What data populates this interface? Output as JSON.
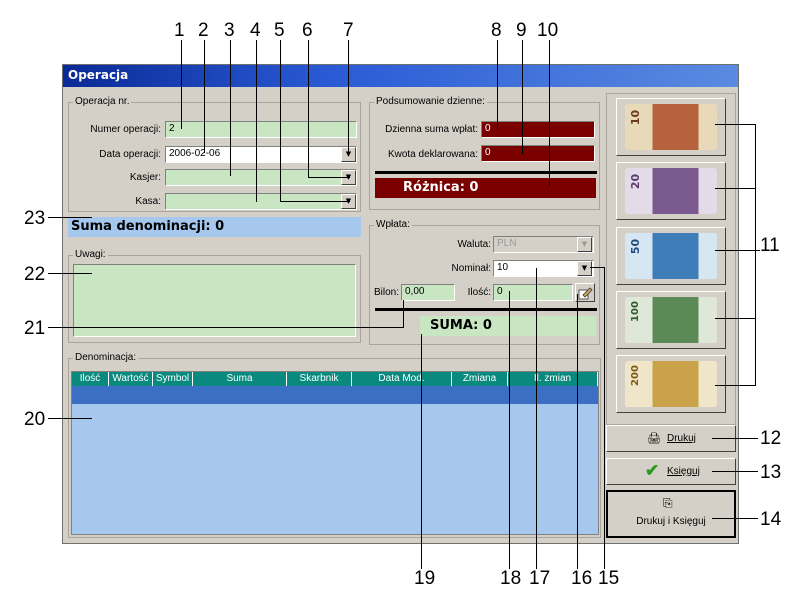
{
  "window": {
    "title": "Operacja"
  },
  "operation_group": {
    "title": "Operacja nr.",
    "number_label": "Numer operacji:",
    "number_value": "2",
    "date_label": "Data operacji:",
    "date_value": "2006-02-06",
    "cashier_label": "Kasjer:",
    "cashier_value": "",
    "till_label": "Kasa:",
    "till_value": ""
  },
  "denomination_sum": {
    "text": "Suma denominacji: 0"
  },
  "notes_group": {
    "title": "Uwagi:",
    "value": ""
  },
  "daily_summary": {
    "title": "Podsumowanie dzienne:",
    "deposit_sum_label": "Dzienna suma wpłat:",
    "deposit_sum_value": "0",
    "declared_label": "Kwota deklarowana:",
    "declared_value": "0",
    "difference_text": "Różnica: 0"
  },
  "deposit": {
    "title": "Wpłata:",
    "currency_label": "Waluta:",
    "currency_value": "PLN",
    "nominal_label": "Nominał:",
    "nominal_value": "10",
    "coins_label": "Bilon:",
    "coins_value": "0,00",
    "qty_label": "Ilość:",
    "qty_value": "0",
    "sum_text": "SUMA: 0"
  },
  "denomination_grid": {
    "title": "Denominacja:",
    "columns": [
      "Ilość",
      "Wartość",
      "Symbol",
      "Suma",
      "Skarbnik",
      "Data Mod.",
      "Zmiana",
      "Il. zmian"
    ]
  },
  "banknotes": [
    {
      "value": "10",
      "color": "#b5623d"
    },
    {
      "value": "20",
      "color": "#7a5a8e"
    },
    {
      "value": "50",
      "color": "#3f7db8"
    },
    {
      "value": "100",
      "color": "#5b8a56"
    },
    {
      "value": "200",
      "color": "#c9a24a"
    }
  ],
  "buttons": {
    "print": "Drukuj",
    "post": "Księguj",
    "print_post": "Drukuj i Księguj"
  },
  "callouts": {
    "c1": "1",
    "c2": "2",
    "c3": "3",
    "c4": "4",
    "c5": "5",
    "c6": "6",
    "c7": "7",
    "c8": "8",
    "c9": "9",
    "c10": "10",
    "c11": "11",
    "c12": "12",
    "c13": "13",
    "c14": "14",
    "c15": "15",
    "c16": "16",
    "c17": "17",
    "c18": "18",
    "c19": "19",
    "c20": "20",
    "c21": "21",
    "c22": "22",
    "c23": "23"
  },
  "colors": {
    "field_green": "#c9e6c2",
    "red_field": "#7a0000",
    "grid_header": "#0a8a7f",
    "grid_body": "#a6c8ee",
    "selected_row": "#3a6fc4"
  }
}
